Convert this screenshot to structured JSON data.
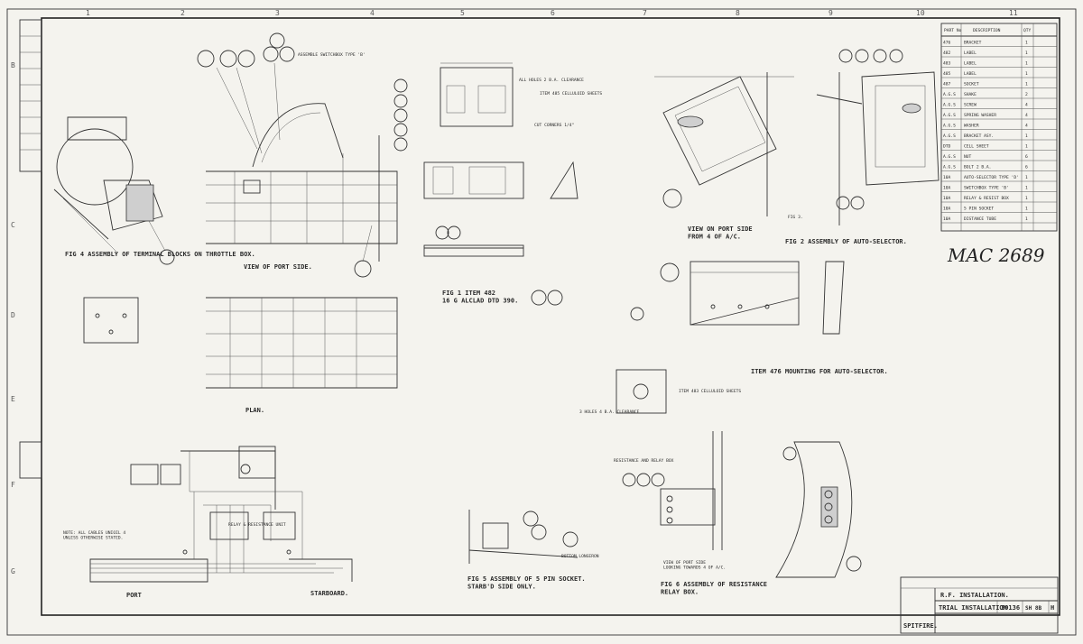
{
  "drawing": {
    "handwritten_ref": "MAC 2689",
    "grid_columns": [
      "1",
      "2",
      "3",
      "4",
      "5",
      "6",
      "7",
      "8",
      "9",
      "10",
      "11"
    ],
    "grid_rows": [
      "B",
      "C",
      "D",
      "E",
      "F",
      "G"
    ]
  },
  "figures": {
    "fig4_caption": "FIG 4 ASSEMBLY OF TERMINAL BLOCKS ON THROTTLE BOX.",
    "port_view_caption": "VIEW OF PORT SIDE.",
    "fig1_caption": "FIG 1 ITEM 482\n16 G ALCLAD DTD 390.",
    "view_port_ac_caption": "VIEW ON PORT SIDE\nFROM 4 OF A/C.",
    "fig3_label": "FIG 3.",
    "fig2_caption": "FIG 2 ASSEMBLY OF AUTO-SELECTOR.",
    "plan_caption": "PLAN.",
    "item476_caption": "ITEM 476 MOUNTING FOR AUTO-SELECTOR.",
    "fig5_caption": "FIG 5 ASSEMBLY OF 5 PIN SOCKET.\nSTARB'D SIDE ONLY.",
    "view_port_side2": "VIEW OF PORT SIDE\nLOOKING TOWARDS 4 OF A/C.",
    "fig6_caption": "FIG 6 ASSEMBLY OF RESISTANCE\nRELAY BOX.",
    "wiring_port": "PORT",
    "wiring_starboard": "STARBOARD.",
    "wiring_note": "NOTE: ALL CABLES UNIOIL 4\nUNLESS OTHERWISE STATED."
  },
  "notes": {
    "n1": "ASSEMBLE SWITCHBOX TYPE 'B'",
    "n2": "ITEM 485 CELLULOID SHEETS",
    "n3": "ALL HOLES 2 B.A. CLEARANCE",
    "n4": "CUT CORNERS 1/4\"",
    "n5": "3 HOLES 4 B.A. CLEARANCE",
    "n6": "ITEM 483 CELLULOID SHEETS",
    "n7": "RESISTANCE AND RELAY BOX",
    "n8": "BOTTOM LONGERON",
    "n9": "RELAY & RESISTANCE UNIT"
  },
  "title_block": {
    "title": "R.F. INSTALLATION.",
    "subtitle": "TRIAL INSTALLATION",
    "drawing_no": "30136",
    "sheet": "SH 8B",
    "issue": "H",
    "aircraft": "SPITFIRE."
  },
  "parts_list": {
    "headers": [
      "PART No",
      "DESCRIPTION",
      "QTY"
    ],
    "rows": [
      [
        "476",
        "BRACKET",
        "1"
      ],
      [
        "482",
        "LABEL",
        "1"
      ],
      [
        "483",
        "LABEL",
        "1"
      ],
      [
        "485",
        "LABEL",
        "1"
      ],
      [
        "487",
        "SOCKET",
        "1"
      ],
      [
        "A.G.S",
        "SHAKE",
        "2"
      ],
      [
        "A.G.S",
        "SCREW",
        "4"
      ],
      [
        "A.G.S",
        "SPRING WASHER",
        "4"
      ],
      [
        "A.G.S",
        "WASHER",
        "4"
      ],
      [
        "A.G.S",
        "BRACKET ASY.",
        "1"
      ],
      [
        "DTD",
        "CELL SHEET",
        "1"
      ],
      [
        "A.G.S",
        "NUT",
        "6"
      ],
      [
        "A.G.S",
        "BOLT 2 B.A.",
        "6"
      ],
      [
        "10A",
        "AUTO-SELECTOR TYPE 'D'",
        "1"
      ],
      [
        "10A",
        "SWITCHBOX TYPE 'B'",
        "1"
      ],
      [
        "10A",
        "RELAY & RESIST BOX",
        "1"
      ],
      [
        "10A",
        "5 PIN SOCKET",
        "1"
      ],
      [
        "10A",
        "DISTANCE TUBE",
        "1"
      ]
    ]
  }
}
